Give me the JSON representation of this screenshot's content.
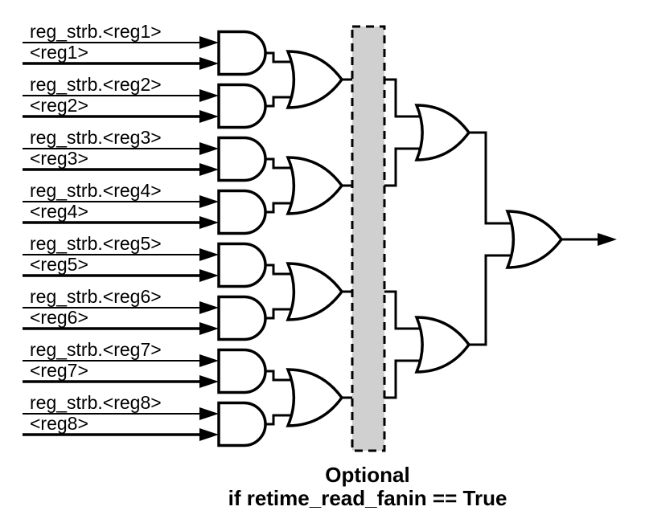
{
  "diagram": {
    "type": "logic-gate-fanin-tree",
    "colors": {
      "background": "#ffffff",
      "stroke": "#000000",
      "gate_fill": "#ffffff",
      "text": "#000000",
      "optional_region_fill": "#d0d0d0",
      "optional_region_border": "#000000"
    },
    "inputs": [
      {
        "strobe": "reg_strb.<reg1>",
        "value": "<reg1>"
      },
      {
        "strobe": "reg_strb.<reg2>",
        "value": "<reg2>"
      },
      {
        "strobe": "reg_strb.<reg3>",
        "value": "<reg3>"
      },
      {
        "strobe": "reg_strb.<reg4>",
        "value": "<reg4>"
      },
      {
        "strobe": "reg_strb.<reg5>",
        "value": "<reg5>"
      },
      {
        "strobe": "reg_strb.<reg6>",
        "value": "<reg6>"
      },
      {
        "strobe": "reg_strb.<reg7>",
        "value": "<reg7>"
      },
      {
        "strobe": "reg_strb.<reg8>",
        "value": "<reg8>"
      }
    ],
    "structure": {
      "and_gate_count": 8,
      "stage1_or_gate_count": 4,
      "stage2_or_gate_count": 2,
      "final_or_gate_count": 1
    },
    "caption": {
      "line1": "Optional",
      "line2": "if retime_read_fanin == True"
    }
  }
}
